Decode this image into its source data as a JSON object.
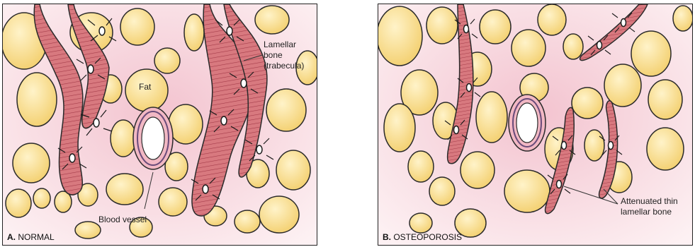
{
  "panels": [
    {
      "letter": "A.",
      "title": "NORMAL",
      "labels": {
        "lamellar": "Lamellar\nbone\n(trabecula)",
        "fat": "Fat",
        "vessel": "Blood vessel"
      }
    },
    {
      "letter": "B.",
      "title": "OSTEOPOROSIS",
      "labels": {
        "attenuated": "Attenuated thin\nlamellar bone"
      }
    }
  ],
  "colors": {
    "background": "#f6dce2",
    "fat": "#f9df9a",
    "bone": "#d8797f",
    "bone_stripes": "#a33a48",
    "osteocyte": "#1a1a1a",
    "vessel_wall": "#c85f70",
    "lumen": "#ffffff"
  }
}
